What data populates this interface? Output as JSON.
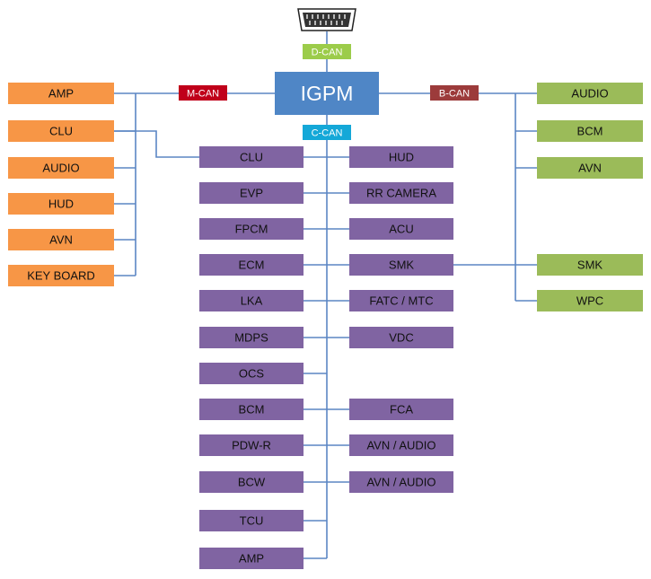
{
  "colors": {
    "igpm": "#4f86c6",
    "m_side": "#f79646",
    "c_side": "#8064a2",
    "b_side": "#9bbb59",
    "wire": "#5b86c4",
    "tag_d": "#9ccc4a",
    "tag_m": "#c0001a",
    "tag_b": "#9c3b3b",
    "tag_c": "#14a8d8"
  },
  "center": {
    "label": "IGPM"
  },
  "connector": {
    "icon": "obd-connector-icon"
  },
  "tags": {
    "d_can": "D-CAN",
    "m_can": "M-CAN",
    "b_can": "B-CAN",
    "c_can": "C-CAN"
  },
  "m_can_nodes": [
    "AMP",
    "CLU",
    "AUDIO",
    "HUD",
    "AVN",
    "KEY BOARD"
  ],
  "b_can_nodes": [
    "AUDIO",
    "BCM",
    "AVN",
    "SMK",
    "WPC"
  ],
  "c_can_left": [
    "CLU",
    "EVP",
    "FPCM",
    "ECM",
    "LKA",
    "MDPS",
    "OCS",
    "BCM",
    "PDW-R",
    "BCW",
    "TCU",
    "AMP"
  ],
  "c_can_right": [
    "HUD",
    "RR CAMERA",
    "ACU",
    "SMK",
    "FATC / MTC",
    "VDC",
    "",
    "FCA",
    "AVN / AUDIO",
    "AVN / AUDIO"
  ]
}
